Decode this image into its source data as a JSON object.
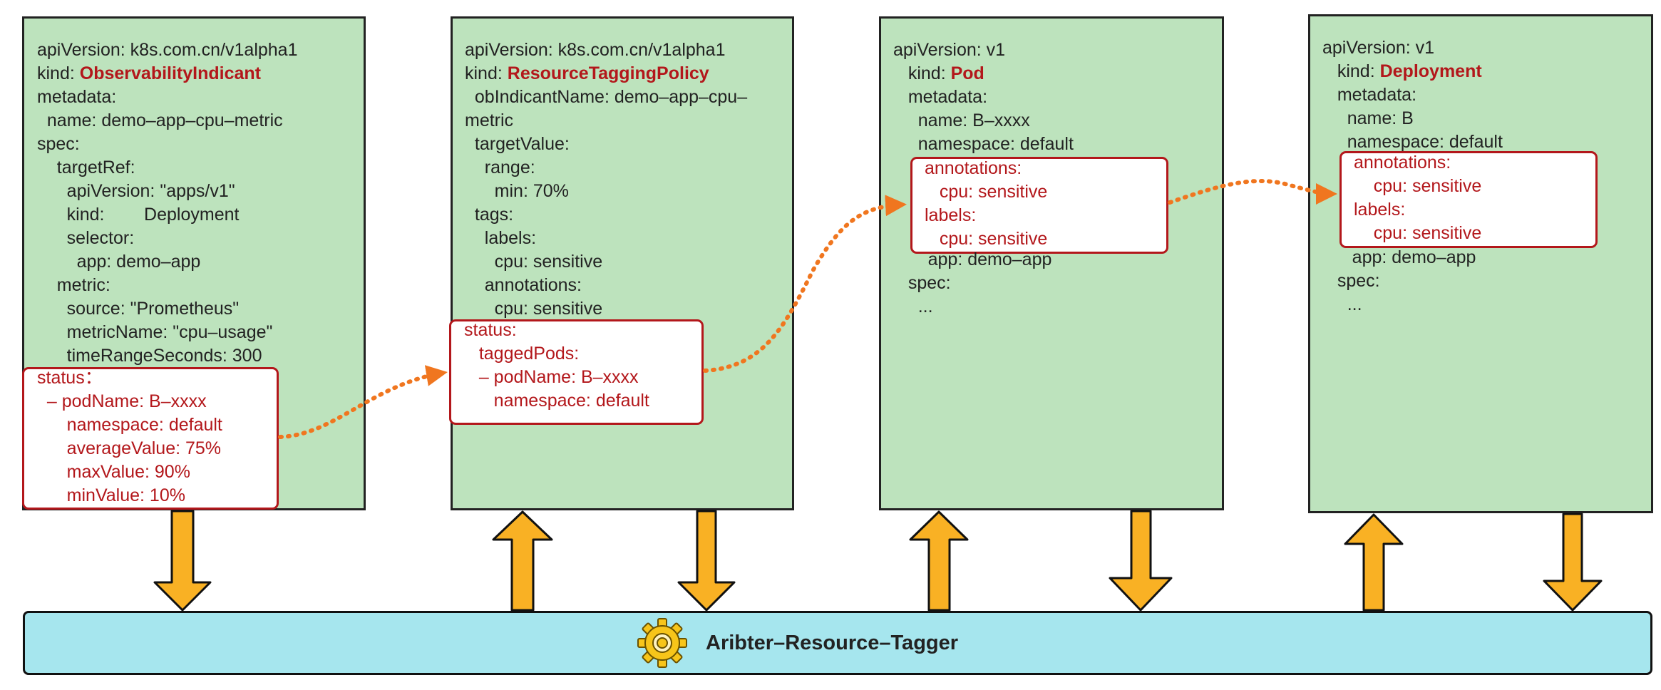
{
  "colors": {
    "panel_fill": "#bde3bd",
    "panel_border": "#222222",
    "highlight_text": "#b3171b",
    "arrow_fill": "#f9b124",
    "dotted_flow": "#f0761f",
    "bus_fill": "#a6e6ee"
  },
  "panels": [
    {
      "lines": [
        {
          "key": "apiVersion: k8s.com.cn/v1alpha1"
        },
        {
          "key": "kind: ",
          "accent": "ObservabilityIndicant"
        },
        {
          "key": "metadata:"
        },
        {
          "key": "  name: demo–app–cpu–metric"
        },
        {
          "key": "spec:"
        },
        {
          "key": "    targetRef:"
        },
        {
          "key": "      apiVersion: \"apps/v1\""
        },
        {
          "key": "      kind:        Deployment"
        },
        {
          "key": "      selector:"
        },
        {
          "key": "        app: demo–app"
        },
        {
          "key": "    metric:"
        },
        {
          "key": "      source: \"Prometheus\""
        },
        {
          "key": "      metricName: \"cpu–usage\""
        },
        {
          "key": "      timeRangeSeconds: 300"
        }
      ],
      "highlight": [
        "status：",
        "  – podName: B–xxxx",
        "      namespace: default",
        "      averageValue: 75%",
        "      maxValue: 90%",
        "      minValue: 10%"
      ]
    },
    {
      "lines": [
        {
          "key": "apiVersion: k8s.com.cn/v1alpha1"
        },
        {
          "key": "kind: ",
          "accent": "ResourceTaggingPolicy"
        },
        {
          "key": "  obIndicantName: demo–app–cpu–"
        },
        {
          "key": "metric"
        },
        {
          "key": "  targetValue:"
        },
        {
          "key": "    range:"
        },
        {
          "key": "      min: 70%"
        },
        {
          "key": "  tags:"
        },
        {
          "key": "    labels:"
        },
        {
          "key": "      cpu: sensitive"
        },
        {
          "key": "    annotations:"
        },
        {
          "key": "      cpu: sensitive"
        }
      ],
      "highlight": [
        "status:",
        "   taggedPods:",
        "   – podName: B–xxxx",
        "      namespace: default"
      ]
    },
    {
      "lines": [
        {
          "key": "apiVersion: v1"
        },
        {
          "key": "   kind: ",
          "accent": "Pod"
        },
        {
          "key": "   metadata:"
        },
        {
          "key": "     name: B–xxxx"
        },
        {
          "key": "     namespace: default"
        }
      ],
      "highlight": [
        "annotations:",
        "   cpu: sensitive",
        "labels:",
        "   cpu: sensitive"
      ],
      "after": [
        "       app: demo–app",
        "   spec:",
        "     ..."
      ]
    },
    {
      "lines": [
        {
          "key": "apiVersion: v1"
        },
        {
          "key": "   kind: ",
          "accent": "Deployment"
        },
        {
          "key": "   metadata:"
        },
        {
          "key": "     name: B"
        },
        {
          "key": "     namespace: default"
        }
      ],
      "highlight": [
        "annotations:",
        "    cpu: sensitive",
        "labels:",
        "    cpu: sensitive"
      ],
      "after": [
        "      app: demo–app",
        "   spec:",
        "     ..."
      ]
    }
  ],
  "bus": {
    "title": "Aribter–Resource–Tagger",
    "icon": "gear-icon"
  }
}
